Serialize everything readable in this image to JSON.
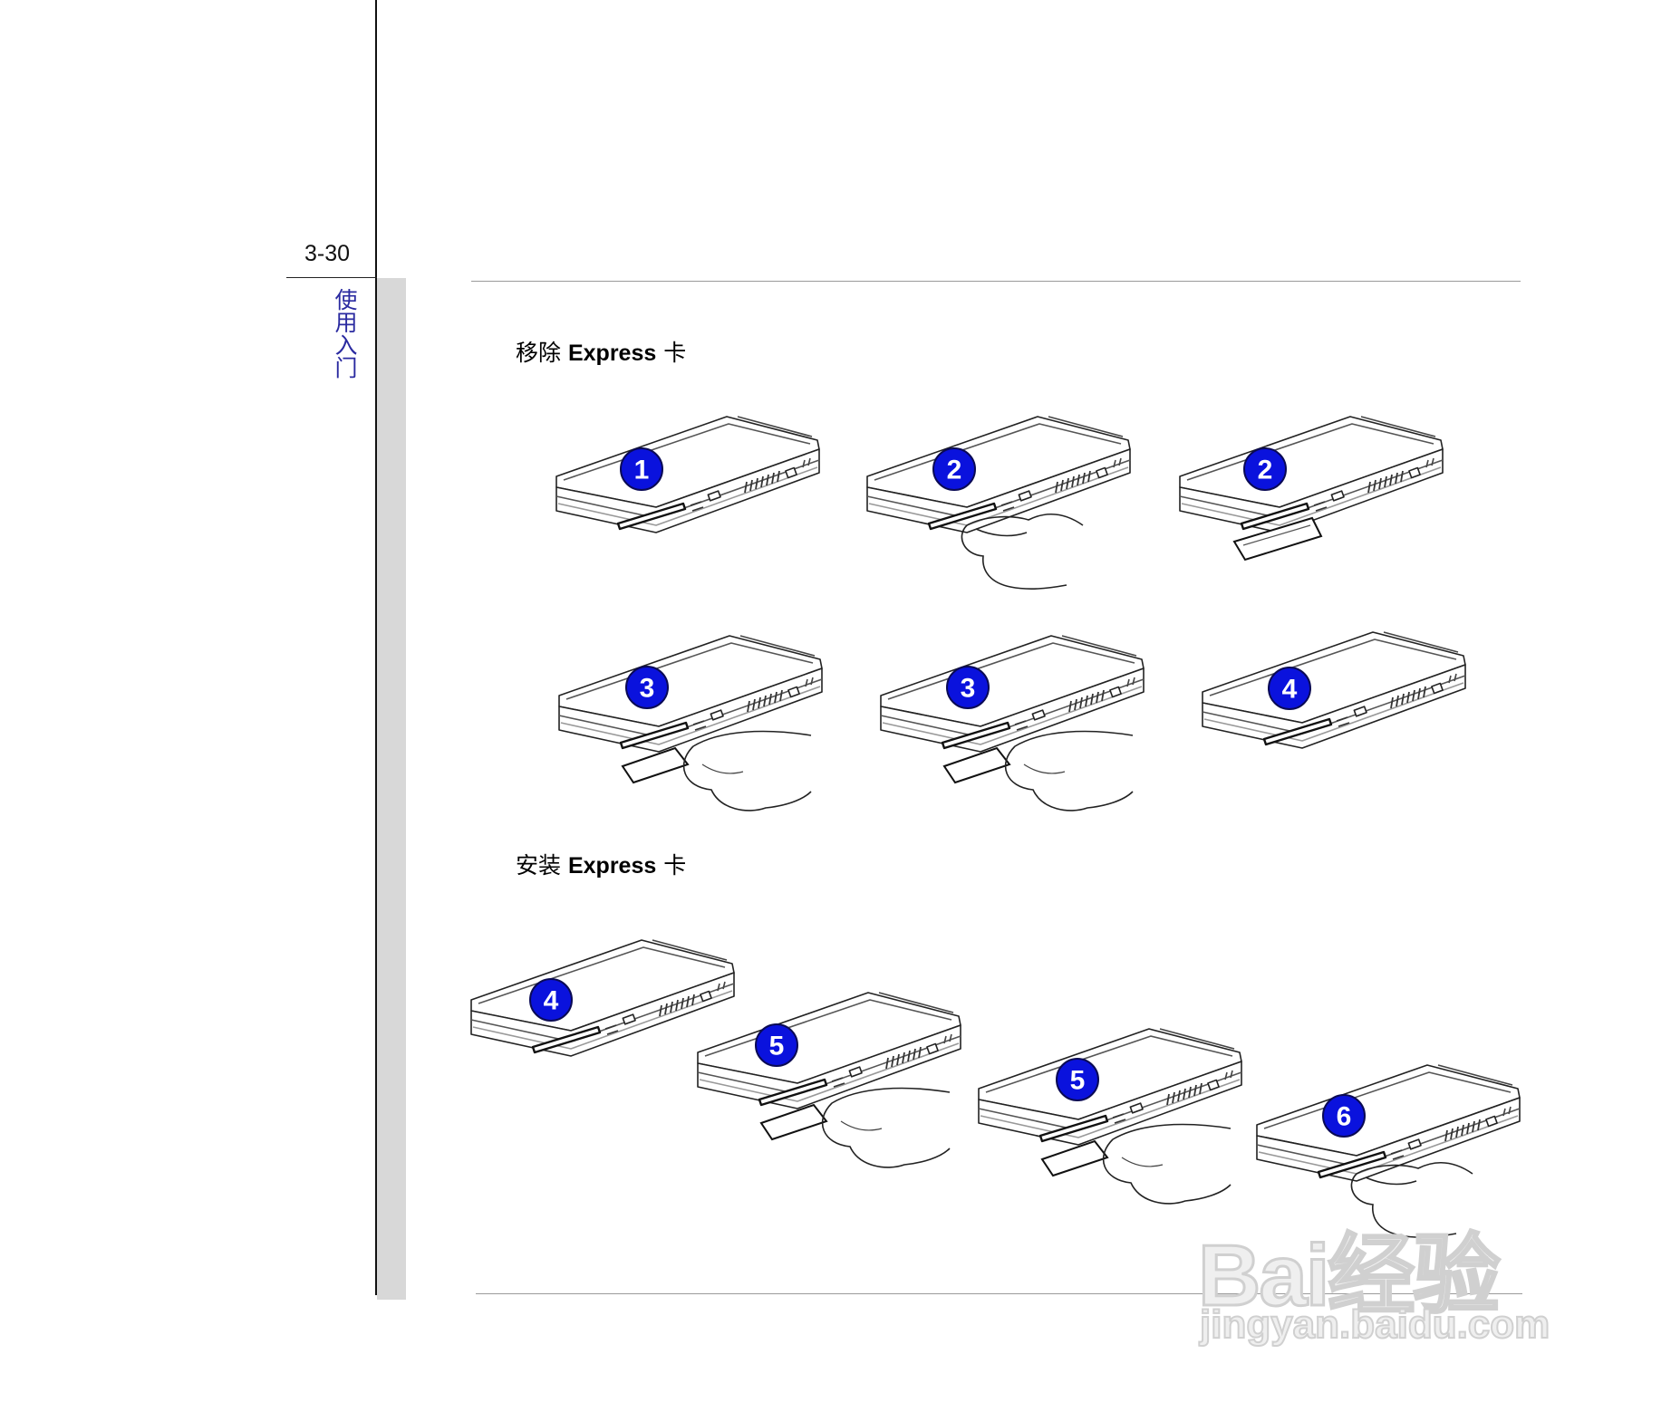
{
  "page_number": "3-30",
  "chapter_tab": "使用入门",
  "sections": {
    "remove": {
      "title_prefix": "移除",
      "title_bold": "Express",
      "title_suffix": "卡"
    },
    "install": {
      "title_prefix": "安装",
      "title_bold": "Express",
      "title_suffix": "卡"
    }
  },
  "steps": {
    "remove_row1": [
      "1",
      "2",
      "2"
    ],
    "remove_row2": [
      "3",
      "3",
      "4"
    ],
    "install_row": [
      "4",
      "5",
      "5",
      "6"
    ]
  },
  "colors": {
    "step_badge": "#0a12dd",
    "chapter_tab_text": "#2a2aa0",
    "strip": "#d8d8d8"
  },
  "watermark": {
    "brand": "Bai经验",
    "url": "jingyan.baidu.com"
  }
}
